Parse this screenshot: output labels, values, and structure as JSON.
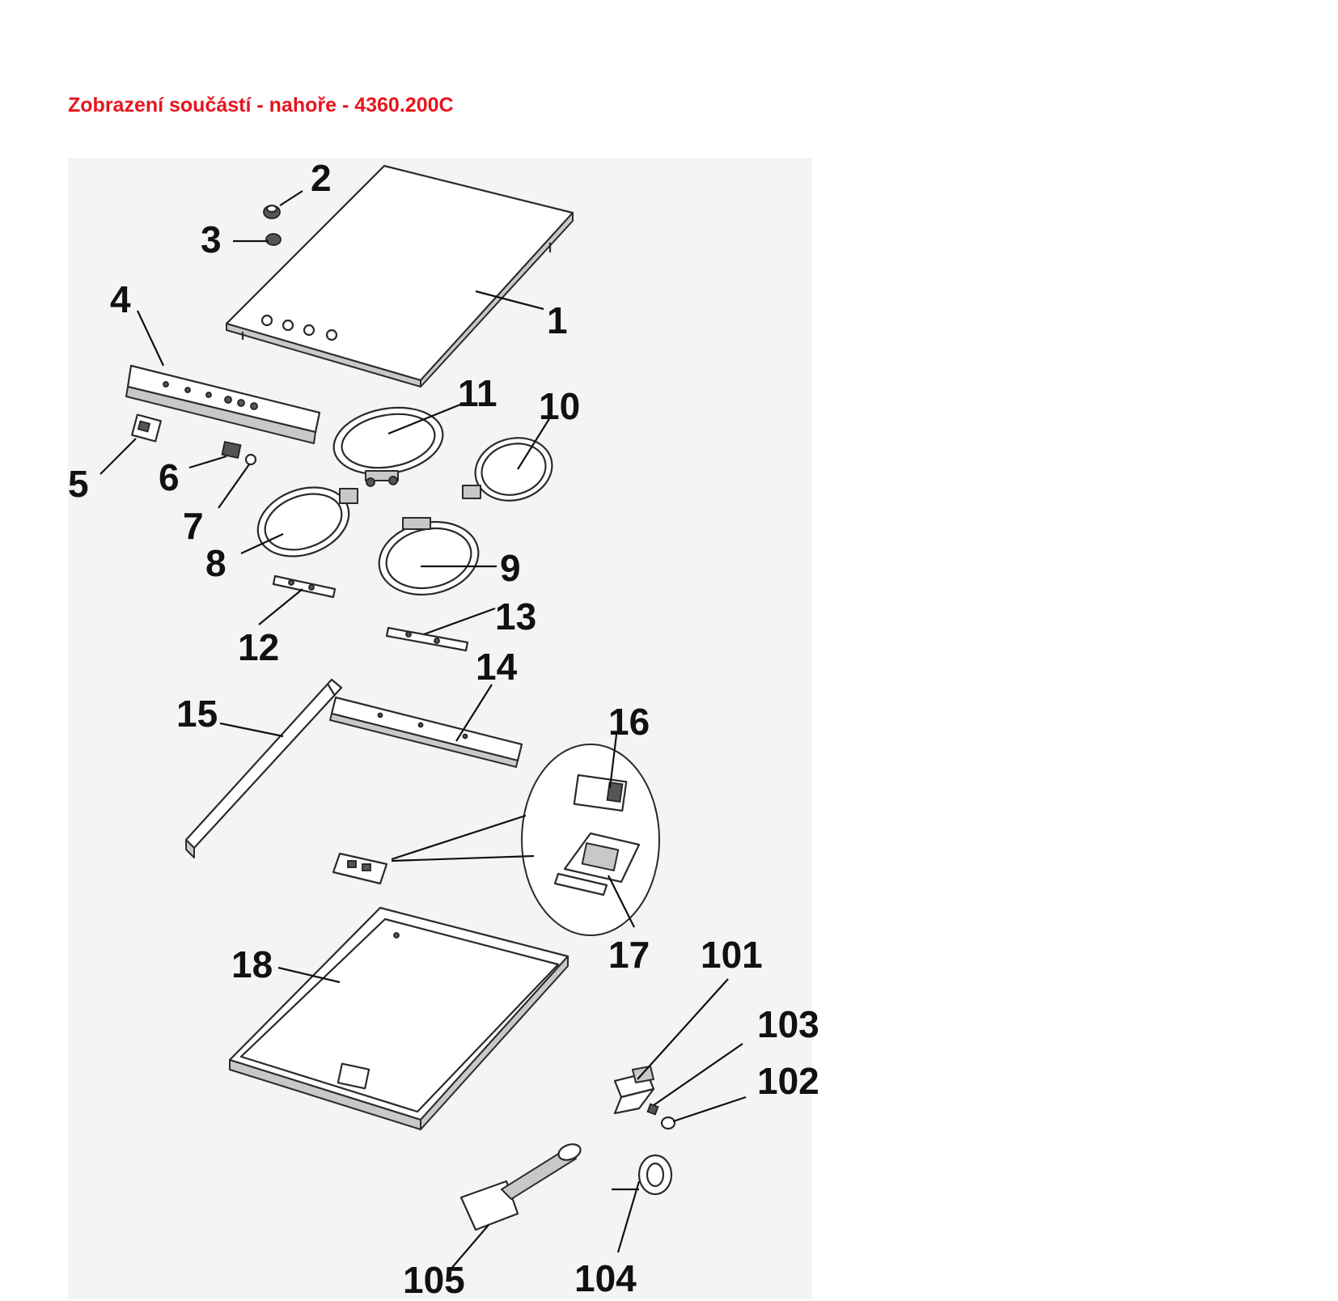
{
  "title": "Zobrazení součástí - nahoře - 4360.200C",
  "colors": {
    "title": "#e8141e",
    "background": "#ffffff",
    "panel": "#f4f4f4",
    "line": "#2a2a2a"
  },
  "callouts": {
    "c1": "1",
    "c2": "2",
    "c3": "3",
    "c4": "4",
    "c5": "5",
    "c6": "6",
    "c7": "7",
    "c8": "8",
    "c9": "9",
    "c10": "10",
    "c11": "11",
    "c12": "12",
    "c13": "13",
    "c14": "14",
    "c15": "15",
    "c16": "16",
    "c17": "17",
    "c18": "18",
    "c101": "101",
    "c102": "102",
    "c103": "103",
    "c104": "104",
    "c105": "105"
  }
}
